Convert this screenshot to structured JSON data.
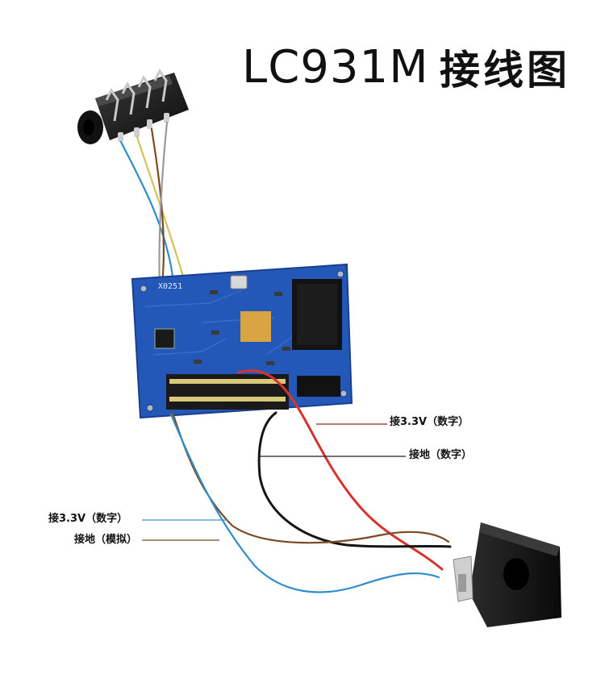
{
  "title": {
    "model": "LC931M",
    "suffix": "接线图"
  },
  "board": {
    "silk_text": "X0251"
  },
  "callouts": {
    "vcc_digital_top": "接3.3V（数字）",
    "gnd_digital": "接地（数字）",
    "vcc_digital_left": "接3.3V（数字）",
    "gnd_analog": "接地（模拟）"
  },
  "colors": {
    "pcb": "#2358b8",
    "wire_red": "#d8322e",
    "wire_black": "#151515",
    "wire_blue": "#2f8ccc",
    "wire_brown": "#7a4a22",
    "wire_yellow": "#d6c25a",
    "leader_red": "#9b2a25",
    "leader_black": "#222222",
    "leader_blue": "#3a8fd0",
    "leader_brown": "#7a4a22"
  }
}
